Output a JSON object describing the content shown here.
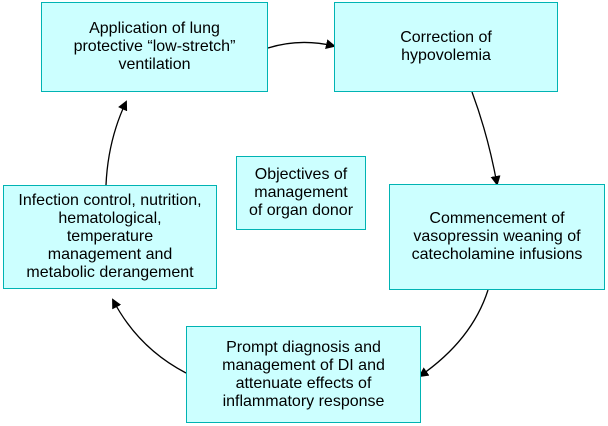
{
  "colors": {
    "box_fill": "#ccffff",
    "box_border": "#00b3b3",
    "arrow": "#000000",
    "text": "#000000"
  },
  "center": {
    "label": "Objectives of\nmanagement\nof organ donor"
  },
  "nodes": [
    {
      "id": "ventilation",
      "label": "Application of lung\nprotective “low-stretch”\nventilation"
    },
    {
      "id": "hypovolemia",
      "label": "Correction of\nhypovolemia"
    },
    {
      "id": "vasopressin",
      "label": "Commencement of\nvasopressin weaning of\ncatecholamine infusions"
    },
    {
      "id": "di",
      "label": "Prompt diagnosis and\nmanagement of DI and\nattenuate effects of\ninflammatory response"
    },
    {
      "id": "infection",
      "label": "Infection control, nutrition,\nhematological,\ntemperature\nmanagement and\nmetabolic derangement"
    }
  ],
  "edges": [
    {
      "from": "ventilation",
      "to": "hypovolemia"
    },
    {
      "from": "hypovolemia",
      "to": "vasopressin"
    },
    {
      "from": "vasopressin",
      "to": "di"
    },
    {
      "from": "di",
      "to": "infection"
    },
    {
      "from": "infection",
      "to": "ventilation"
    }
  ]
}
